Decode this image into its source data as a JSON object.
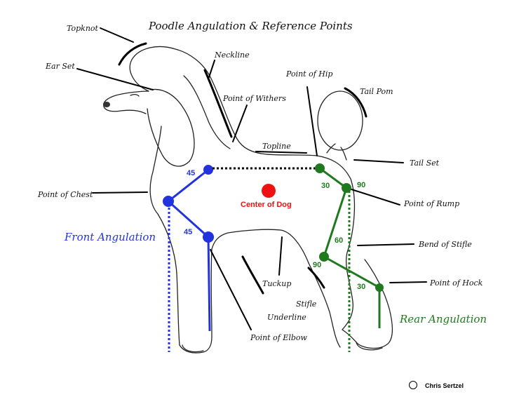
{
  "title": "Poodle Angulation & Reference Points",
  "labels": {
    "topknot": "Topknot",
    "ear_set": "Ear Set",
    "neckline": "Neckline",
    "point_of_withers": "Point of Withers",
    "point_of_hip": "Point of Hip",
    "tail_pom": "Tail Pom",
    "topline": "Topline",
    "tail_set": "Tail Set",
    "point_of_chest": "Point of Chest",
    "point_of_rump": "Point of Rump",
    "bend_of_stifle": "Bend of Stifle",
    "point_of_hock": "Point of Hock",
    "tuckup": "Tuckup",
    "stifle": "Stifle",
    "underline": "Underline",
    "point_of_elbow": "Point of Elbow",
    "center_of_dog": "Center of Dog",
    "front_angulation": "Front Angulation",
    "rear_angulation": "Rear Angulation"
  },
  "angles": {
    "front_upper": "45",
    "front_lower": "45",
    "hip": "30",
    "rump": "90",
    "stifle_upper": "60",
    "stifle": "90",
    "hock": "30"
  },
  "credit": {
    "symbol": "©",
    "author": "Chris Sertzel"
  },
  "colors": {
    "front": "#2233dd",
    "rear": "#1f7a1f",
    "center": "#ee1111",
    "outline": "#222222"
  }
}
